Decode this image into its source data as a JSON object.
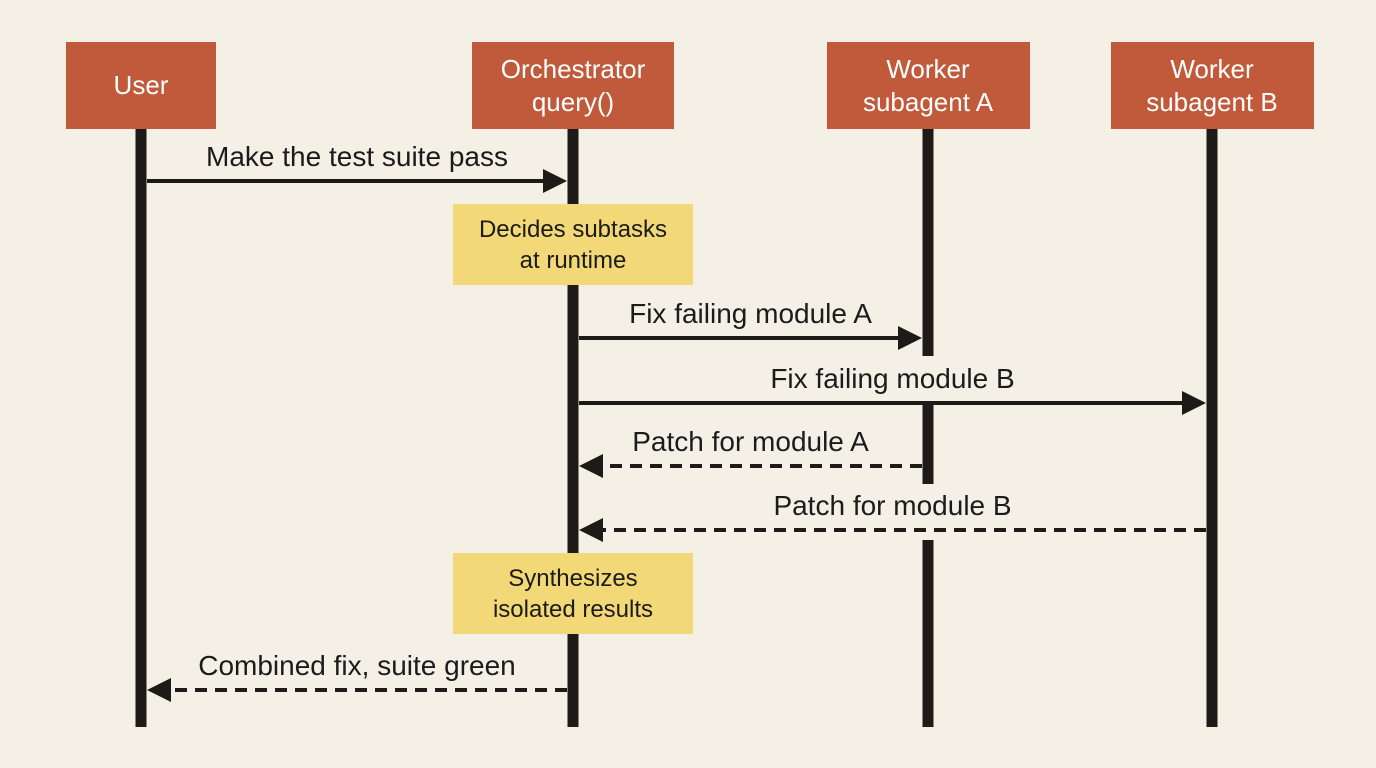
{
  "colors": {
    "background": "#f4f0e6",
    "actor_fill": "#c05a3a",
    "note_fill": "#f3d878",
    "line": "#1e1a17"
  },
  "actors": [
    {
      "id": "user",
      "label": "User"
    },
    {
      "id": "orchestrator",
      "label": "Orchestrator\nquery()"
    },
    {
      "id": "worker_a",
      "label": "Worker\nsubagent A"
    },
    {
      "id": "worker_b",
      "label": "Worker\nsubagent B"
    }
  ],
  "notes": [
    {
      "id": "decides",
      "on": "orchestrator",
      "text": "Decides subtasks\nat runtime"
    },
    {
      "id": "synthesizes",
      "on": "orchestrator",
      "text": "Synthesizes\nisolated results"
    }
  ],
  "messages": [
    {
      "from": "user",
      "to": "orchestrator",
      "label": "Make the test suite pass",
      "style": "solid"
    },
    {
      "from": "orchestrator",
      "to": "worker_a",
      "label": "Fix failing module A",
      "style": "solid"
    },
    {
      "from": "orchestrator",
      "to": "worker_b",
      "label": "Fix failing module B",
      "style": "solid"
    },
    {
      "from": "worker_a",
      "to": "orchestrator",
      "label": "Patch for module A",
      "style": "dashed"
    },
    {
      "from": "worker_b",
      "to": "orchestrator",
      "label": "Patch for module B",
      "style": "dashed"
    },
    {
      "from": "orchestrator",
      "to": "user",
      "label": "Combined fix, suite green",
      "style": "dashed"
    }
  ]
}
